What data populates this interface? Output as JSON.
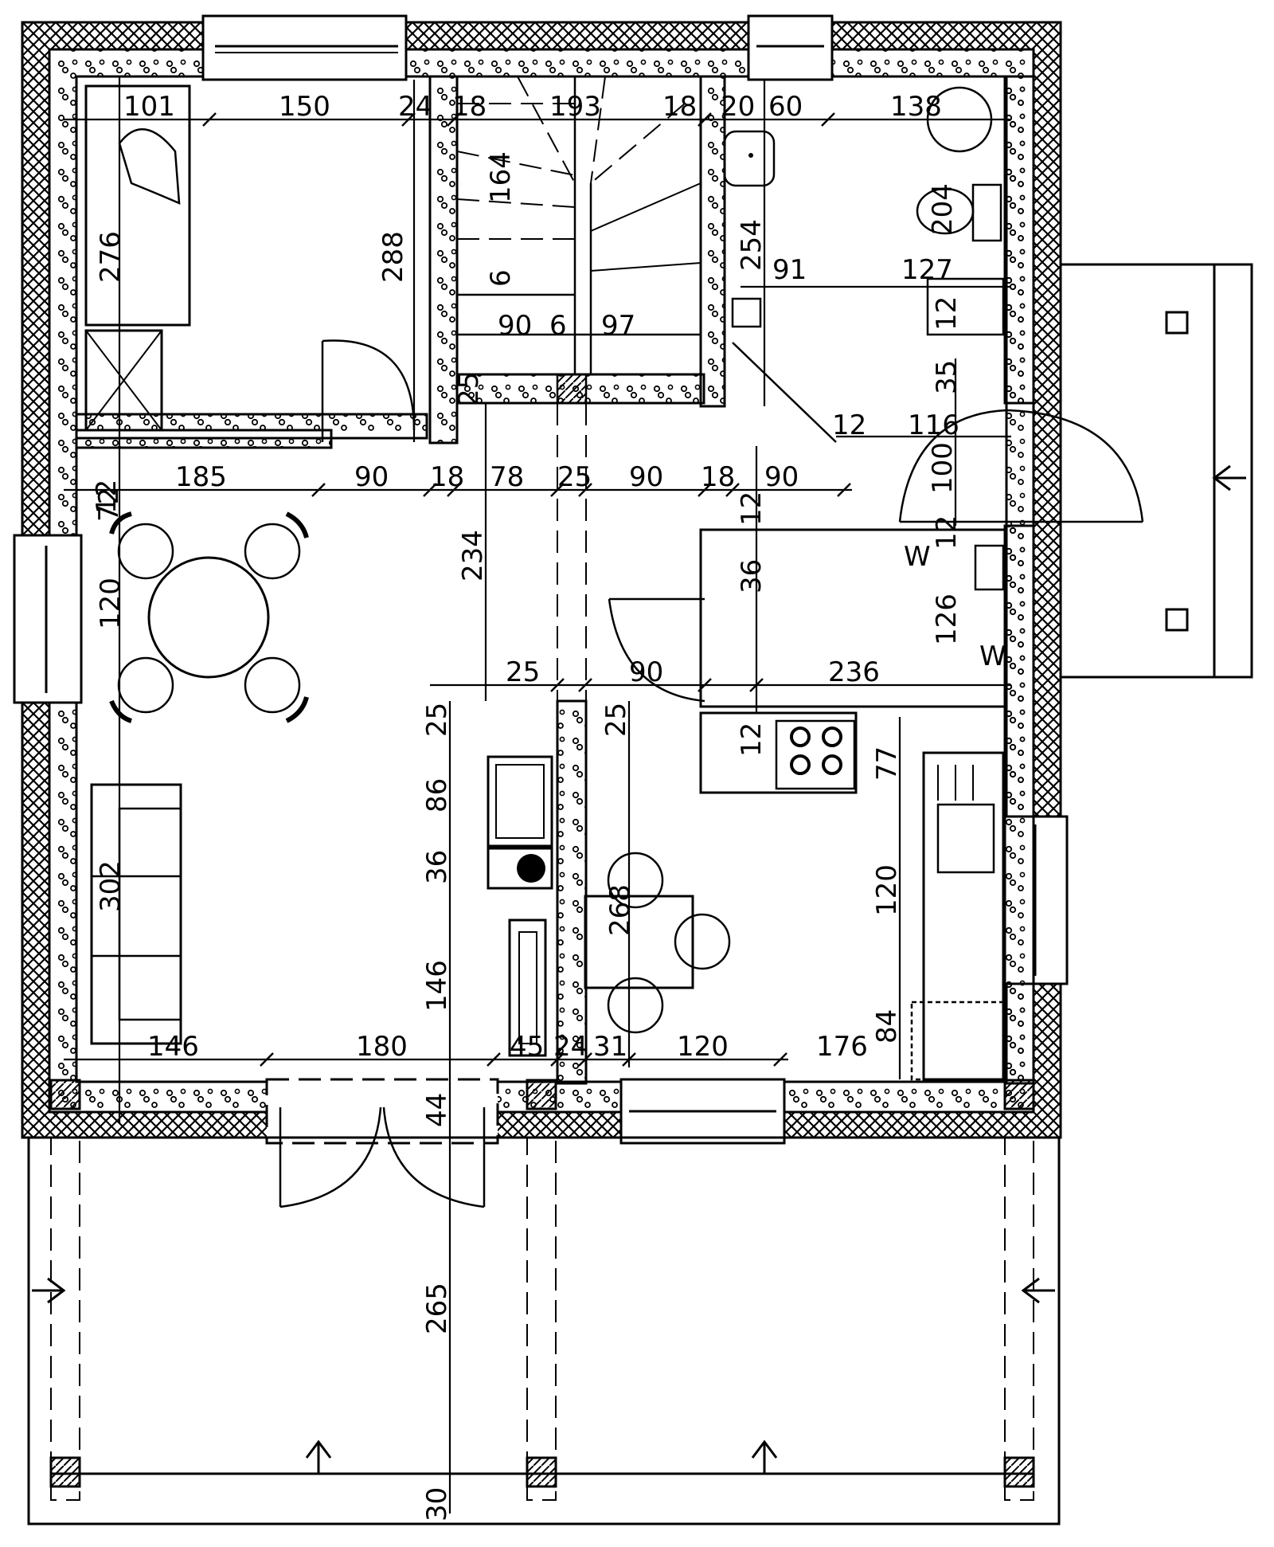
{
  "colors": {
    "ink": "#000000",
    "paper": "#ffffff",
    "hatch": "#000000"
  },
  "dimensions": [
    "101",
    "150",
    "24",
    "18",
    "193",
    "18",
    "20",
    "60",
    "138",
    "164",
    "276",
    "288",
    "254",
    "204",
    "91",
    "127",
    "12",
    "6",
    "90",
    "6",
    "97",
    "25",
    "35",
    "12",
    "116",
    "12",
    "100",
    "72",
    "185",
    "90",
    "18",
    "78",
    "25",
    "90",
    "18",
    "90",
    "12",
    "12",
    "234",
    "36",
    "120",
    "126",
    "W",
    "W",
    "25",
    "90",
    "236",
    "25",
    "25",
    "12",
    "77",
    "86",
    "36",
    "302",
    "268",
    "120",
    "146",
    "84",
    "146",
    "180",
    "45",
    "24",
    "31",
    "120",
    "176",
    "44",
    "265",
    "30"
  ],
  "icons": {
    "stairs": "stairs-icon",
    "door": "door-swing-icon",
    "window": "window-icon",
    "table": "round-table-icon",
    "sofa": "sofa-icon",
    "stove": "stove-icon",
    "sink": "sink-icon",
    "toilet": "toilet-icon",
    "washbasin": "washbasin-icon",
    "fireplace": "fireplace-icon"
  }
}
